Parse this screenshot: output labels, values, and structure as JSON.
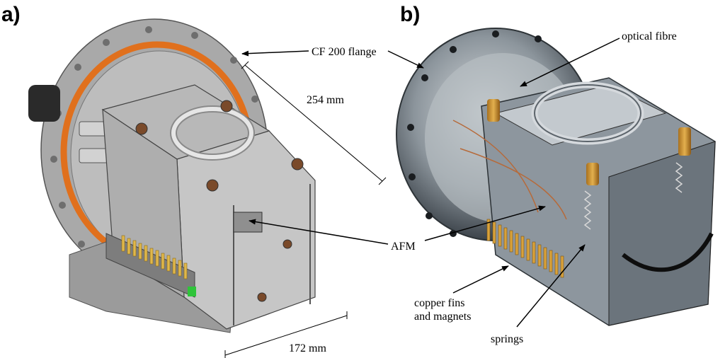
{
  "figure": {
    "panels": [
      {
        "label": "a)"
      },
      {
        "label": "b)"
      }
    ],
    "annotations": {
      "flange": "CF 200 flange",
      "diameter": "254 mm",
      "width": "172 mm",
      "afm": "AFM",
      "optical_fibre": "optical fibre",
      "copper_fins_line1": "copper fins",
      "copper_fins_line2": "and magnets",
      "springs": "springs"
    }
  }
}
